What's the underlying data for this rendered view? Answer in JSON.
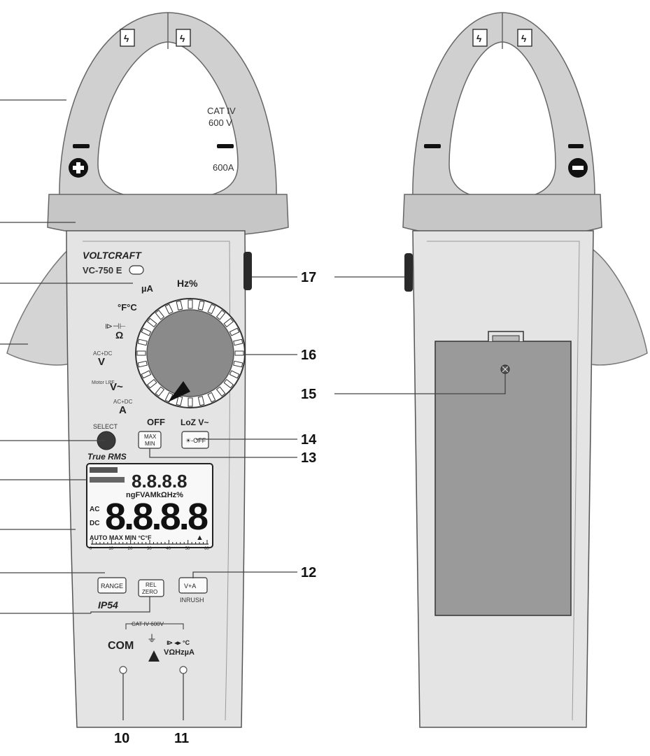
{
  "front": {
    "jaw_label_cat": "CAT IV",
    "jaw_label_volt": "600 V",
    "jaw_label_amp": "600A",
    "brand": "VOLTCRAFT",
    "model": "VC-750 E",
    "dial": {
      "ua": "µA",
      "hz": "Hz%",
      "temp": "°F°C",
      "ohm": "Ω",
      "vdc_top": "AC+DC",
      "vdc": "V",
      "vac_top": "Motor LPF",
      "vac": "V~",
      "adc_top": "AC+DC",
      "adc": "A",
      "off": "OFF",
      "loz": "LoZ V~"
    },
    "buttons": {
      "select": "SELECT",
      "maxmin_1": "MAX",
      "maxmin_2": "MIN",
      "light": "☀-OFF",
      "range": "RANGE",
      "rel_1": "REL",
      "rel_2": "ZERO",
      "va": "V+A",
      "inrush": "INRUSH"
    },
    "true_rms": "True RMS",
    "ip": "IP54",
    "lcd": {
      "small_digits": "8.8.8.8",
      "main_digits": "8.8.8.8",
      "mode_row": "ngFVAMkΩHz%",
      "status_row": "AUTO MAX MIN °C°F",
      "ac": "AC",
      "dc": "DC",
      "scale": [
        "0",
        "10",
        "20",
        "30",
        "40",
        "50",
        "60"
      ]
    },
    "terminals": {
      "cat": "CAT IV 600V",
      "com": "COM",
      "v": "VΩHzµA"
    }
  },
  "callouts": {
    "n10": "10",
    "n11": "11",
    "n12": "12",
    "n13": "13",
    "n14": "14",
    "n15": "15",
    "n16": "16",
    "n17": "17"
  }
}
